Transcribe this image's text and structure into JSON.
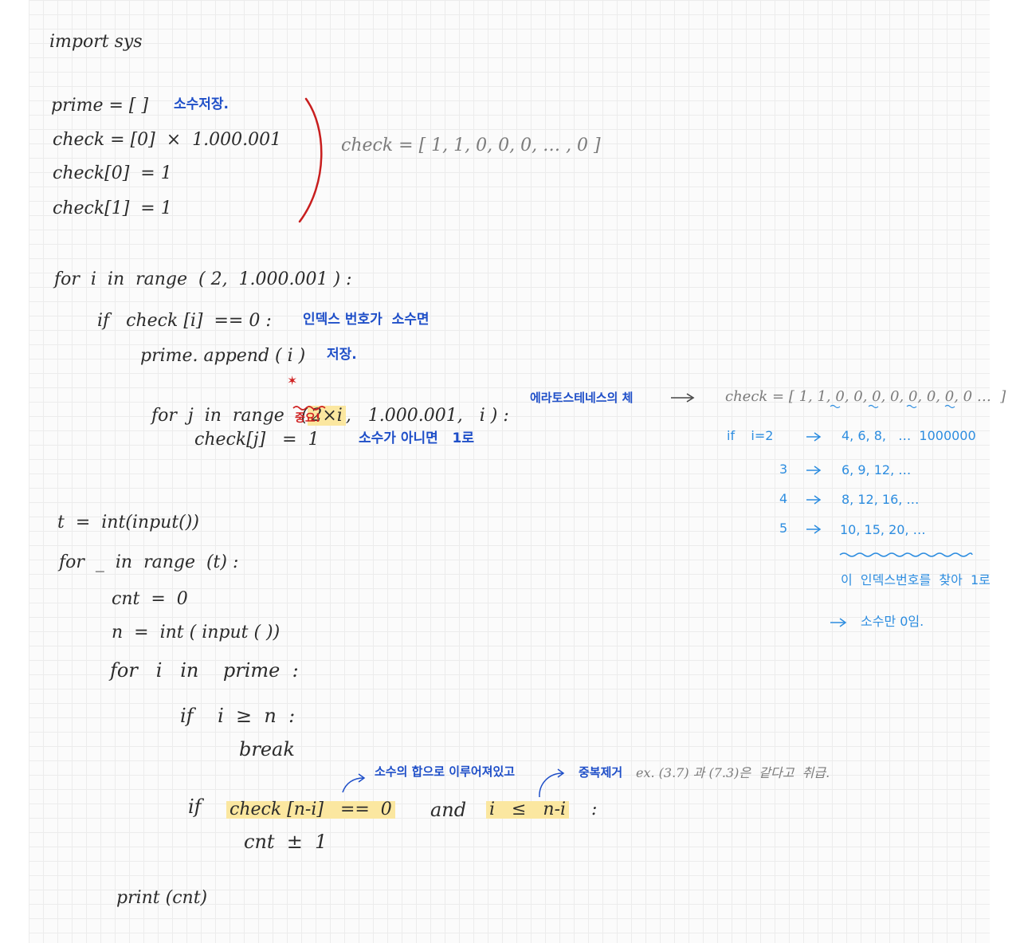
{
  "block1": {
    "import": "import sys",
    "prime_decl": "prime = [ ]",
    "prime_note": "소수저장.",
    "check_decl": "check = [0]  ×  1.000.001",
    "check0": "check[0]  = 1",
    "check1": "check[1]  = 1",
    "check_result": "check = [ 1, 1, 0, 0, 0, … , 0 ]"
  },
  "block2": {
    "for_i": "for  i  in  range  ( 2,  1.000.001 ) :",
    "if_check": "if   check [i]  == 0 :",
    "if_note": "인덱스 번호가  소수면",
    "append": "prime. append ( i )",
    "append_note": "저장.",
    "for_j_a": "for  j  in  range   (",
    "for_j_hl": "2×i",
    "for_j_b": ",   1.000.001,   i ) :",
    "important": "중요!",
    "sieve_note": "에라토스테네스의 체",
    "check_j": "check[j]   =  1",
    "check_j_note": "소수가 아니면   1로"
  },
  "side": {
    "check_list": "check = [ 1, 1, 0, 0, 0, 0, 0, 0, 0, 0 …  ]",
    "row1_a": "if    i=2",
    "row1_b": "4, 6, 8,   …  1000000",
    "row2_a": "3",
    "row2_b": "6, 9, 12, …",
    "row3_a": "4",
    "row3_b": "8, 12, 16, …",
    "row4_a": "5",
    "row4_b": "10, 15, 20, …",
    "note1": "이  인덱스번호를  찾아  1로",
    "note2": "소수만 0임."
  },
  "block3": {
    "t_input": "t  =  int(input())",
    "for_range": "for  _  in  range  (t) :",
    "cnt0": "cnt  =  0",
    "n_input": "n  =  int ( input ( ))",
    "for_prime": "for   i   in    prime  :",
    "if_break": "if    i  ≥  n  :",
    "break": "break",
    "note_sum": "소수의 합으로 이루어져있고",
    "note_dup": "중복제거",
    "note_ex": "ex. (3.7) 과 (7.3)은  같다고  취급.",
    "if_kw": "if",
    "cond1": "check [n-i]   ==  0",
    "and_kw": "and",
    "cond2": "i   ≤   n-i",
    "colon": ":",
    "cnt_inc": "cnt  ±  1",
    "print": "print (cnt)"
  },
  "colors": {
    "ink": "#2b2b2b",
    "blue": "#1f4fc8",
    "light_blue": "#2d8de0",
    "red": "#d02020",
    "highlight": "#fbe7a0"
  }
}
